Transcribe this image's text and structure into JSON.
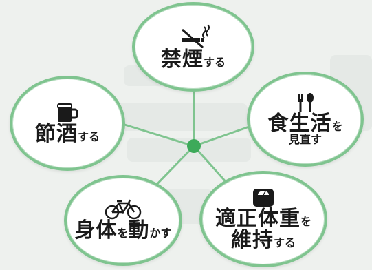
{
  "accent": "#7fc48f",
  "hub_color": "#3daa5a",
  "items": [
    {
      "id": "smoke",
      "icon": "no-smoking-icon",
      "lines": [
        [
          {
            "t": "禁煙",
            "s": "big"
          },
          {
            "t": "する",
            "s": "small"
          }
        ]
      ]
    },
    {
      "id": "alcohol",
      "icon": "beer-mug-icon",
      "lines": [
        [
          {
            "t": "節酒",
            "s": "big"
          },
          {
            "t": "する",
            "s": "small"
          }
        ]
      ]
    },
    {
      "id": "diet",
      "icon": "fork-spoon-icon",
      "lines": [
        [
          {
            "t": "食生活",
            "s": "big"
          },
          {
            "t": "を",
            "s": "small"
          }
        ],
        [
          {
            "t": "見直す",
            "s": "small"
          }
        ]
      ]
    },
    {
      "id": "exercise",
      "icon": "bicycle-icon",
      "lines": [
        [
          {
            "t": "身体",
            "s": "big"
          },
          {
            "t": "を",
            "s": "small"
          },
          {
            "t": "動",
            "s": "big"
          },
          {
            "t": "かす",
            "s": "small"
          }
        ]
      ]
    },
    {
      "id": "weight",
      "icon": "scale-icon",
      "lines": [
        [
          {
            "t": "適正体重",
            "s": "big"
          },
          {
            "t": "を",
            "s": "small"
          }
        ],
        [
          {
            "t": "維持",
            "s": "big"
          },
          {
            "t": "する",
            "s": "small"
          }
        ]
      ]
    }
  ]
}
